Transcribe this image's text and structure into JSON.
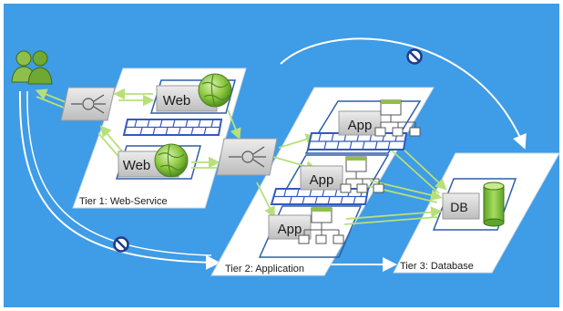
{
  "tiers": {
    "web_service": {
      "label": "Tier 1: Web-Service"
    },
    "application": {
      "label": "Tier 2: Application"
    },
    "database": {
      "label": "Tier 3: Database"
    }
  },
  "nodes": {
    "web_top": "Web",
    "web_bottom": "Web",
    "app_top": "App",
    "app_middle": "App",
    "app_bottom": "App",
    "db": "DB"
  },
  "colors": {
    "background": "#3f9ce6",
    "tier_plate": "#ffffff",
    "server_box": "#d4d4d4",
    "firewall": "#3358c0",
    "arrow_green": "#a8d86a",
    "db_cylinder": "#7fbf3a",
    "forbidden_sign": "#1e3a8a"
  },
  "icons": [
    "users-icon",
    "load-balancer-icon",
    "firewall-icon",
    "globe-icon",
    "tree-hierarchy-icon",
    "database-icon",
    "forbidden-icon"
  ]
}
